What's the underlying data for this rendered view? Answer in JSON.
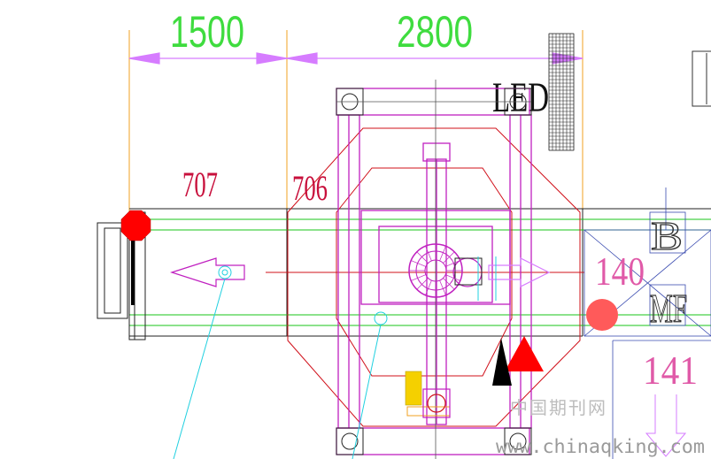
{
  "dimensions": {
    "left_span": "1500",
    "right_span": "2800"
  },
  "labels": {
    "led": "LED",
    "zone_707": "707",
    "zone_706": "706",
    "b_label": "B",
    "mf_label": "MF",
    "zone_140": "140",
    "zone_141": "141"
  },
  "watermark": {
    "chinese": "中国期刊网",
    "url": "www.chinaqking.com"
  },
  "colors": {
    "frame": "#c020c0",
    "dimension_text": "#3fdc3f",
    "dimension_arrow": "#d67cff",
    "zone_red": "#c8103c",
    "zone_pink": "#e05aa8",
    "octagon": "#d0101a",
    "guide_green": "#18c418",
    "guide_cyan": "#20d0e0",
    "sensor_red": "#ff0000",
    "orange_ext": "#f0a020"
  },
  "icons": [
    "led-grid-icon",
    "red-octagon-light-icon",
    "flow-arrow-icon",
    "warning-triangle-icon",
    "gear-icon"
  ]
}
